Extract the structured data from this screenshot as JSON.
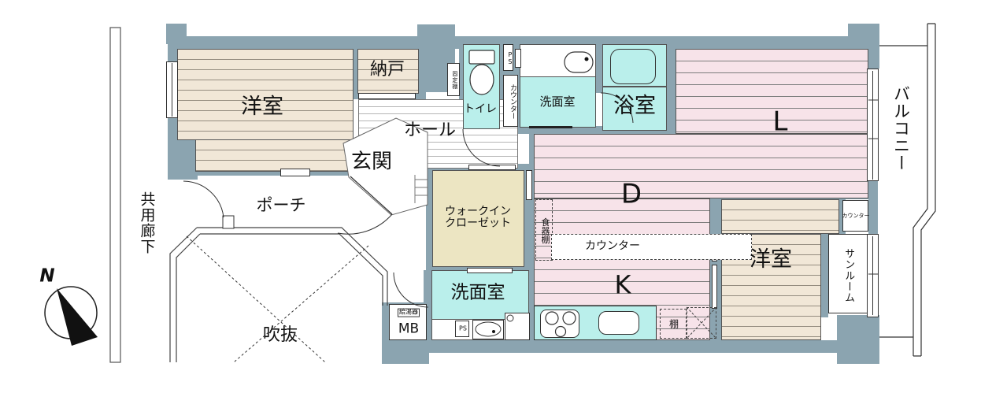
{
  "colors": {
    "wall": "#8ba4b0",
    "room_beige": "#f1e7d7",
    "room_pink": "#f7e3e9",
    "room_cyan": "#baefeb",
    "closet_cream": "#ece5c2",
    "outline": "#333333"
  },
  "compass": {
    "north": "N"
  },
  "outside": {
    "corridor": "共用廊下",
    "porch": "ポーチ",
    "void": "吹抜",
    "balcony": "バルコニー"
  },
  "rooms": {
    "western1": "洋室",
    "storage": "納戸",
    "hall": "ホール",
    "entrance": "玄関",
    "toilet": "トイレ",
    "washroom1": "洗面室",
    "bath": "浴室",
    "living": "L",
    "dining": "D",
    "kitchen": "K",
    "wic1": "ウォークイン",
    "wic2": "クローゼット",
    "washroom2": "洗面室",
    "western2": "洋室",
    "sunroom": "サンルーム"
  },
  "fixtures": {
    "fixed_shelf": "固定棚",
    "ps_top": "PS",
    "counter_wash": "カウンター",
    "cupboard": "食器棚",
    "counter_dining": "カウンター",
    "shelf": "棚",
    "meter_box": "MB",
    "water_heater": "給湯器",
    "ps_bottom": "PS",
    "counter_bedroom": "カウンター"
  }
}
